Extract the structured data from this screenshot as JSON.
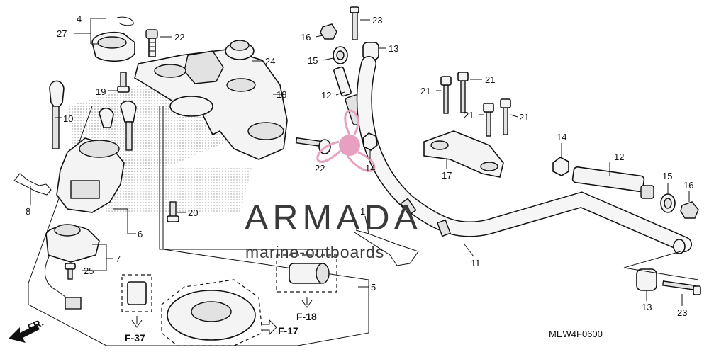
{
  "diagram": {
    "code": "MEW4F0600",
    "fr_label": "FR.",
    "refs": {
      "f37": "F-37",
      "f17": "F-17",
      "f18": "F-18"
    },
    "watermark": {
      "name": "ARMADA",
      "tagline": "marine-outboards"
    },
    "callouts": {
      "c4": "4",
      "c27": "27",
      "c22a": "22",
      "c24": "24",
      "c18": "18",
      "c19": "19",
      "c10": "10",
      "c8": "8",
      "c20": "20",
      "c6": "6",
      "c7": "7",
      "c25": "25",
      "c5": "5",
      "c23a": "23",
      "c16a": "16",
      "c13a": "13",
      "c15a": "15",
      "c12a": "12",
      "c22b": "22",
      "c14a": "14",
      "c1": "1",
      "c21a": "21",
      "c21b": "21",
      "c21c": "21",
      "c21d": "21",
      "c17": "17",
      "c14b": "14",
      "c12b": "12",
      "c15b": "15",
      "c16b": "16",
      "c11": "11",
      "c13b": "13",
      "c23b": "23"
    },
    "colors": {
      "line": "#111111",
      "watermark_pink": "#e8a0c0",
      "honda_grey": "#bdbdbd"
    }
  }
}
